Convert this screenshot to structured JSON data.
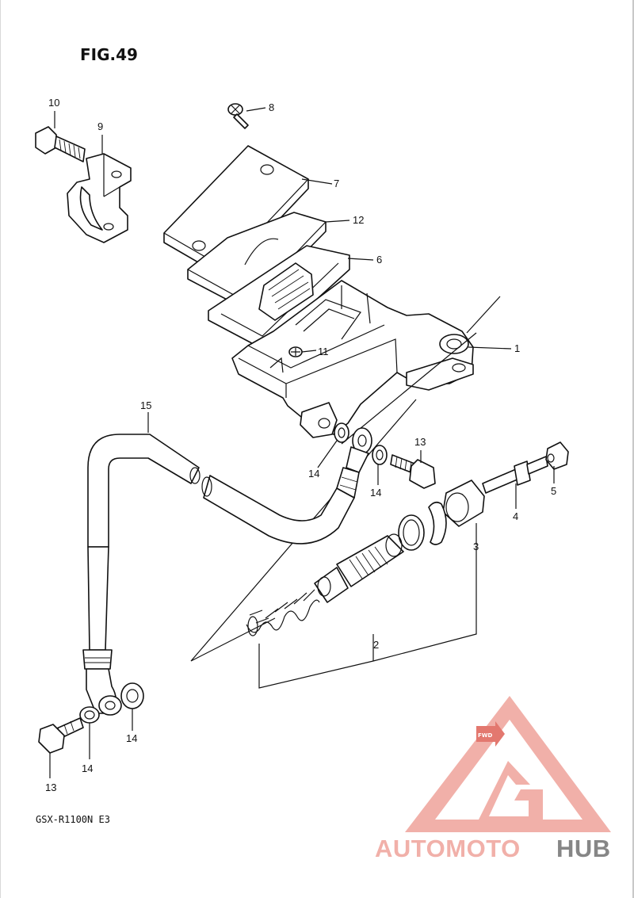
{
  "figure": {
    "title": "FIG.49",
    "model": "GSX-R1100N E3"
  },
  "callouts": {
    "c1": "1",
    "c2": "2",
    "c3": "3",
    "c4": "4",
    "c5": "5",
    "c6": "6",
    "c7": "7",
    "c8": "8",
    "c9": "9",
    "c10": "10",
    "c11": "11",
    "c12": "12",
    "c13a": "13",
    "c13b": "13",
    "c14a": "14",
    "c14b": "14",
    "c14c": "14",
    "c14d": "14",
    "c15": "15"
  },
  "watermark": {
    "brand_part1": "AUTOMOTO",
    "brand_part2": "HUB",
    "badge": "FWD",
    "colors": {
      "accent": "#f0a8a0",
      "accent_dark": "#e06a60",
      "gray": "#7a7a7a"
    }
  }
}
